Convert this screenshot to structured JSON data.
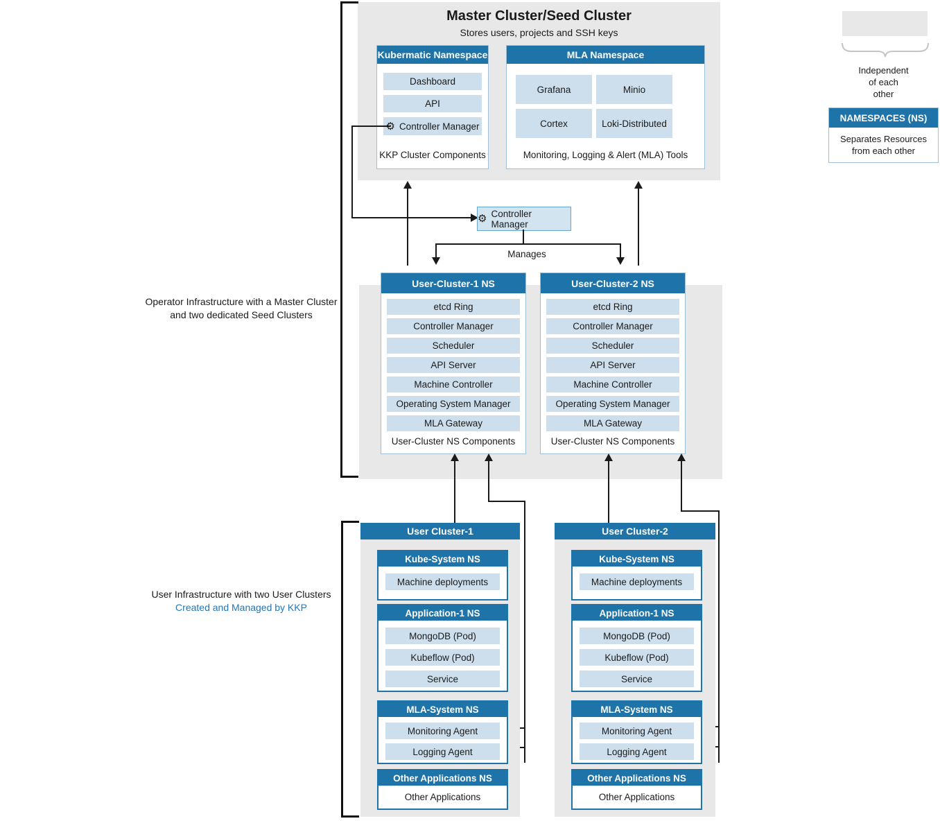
{
  "icons": {
    "gear": "⚙"
  },
  "colors": {
    "accent_blue": "#1e73a8",
    "item_blue": "#cddfec",
    "section_gray": "#e8e8e8",
    "line_black": "#1a1a1a",
    "link_blue": "#2277b5"
  },
  "master": {
    "title": "Master Cluster/Seed Cluster",
    "subtitle": "Stores users, projects and SSH keys",
    "kubermatic": {
      "header": "Kubermatic Namespace",
      "items": [
        "Dashboard",
        "API"
      ],
      "controller_manager": "Controller Manager",
      "footer": "KKP Cluster Components"
    },
    "mla": {
      "header": "MLA Namespace",
      "items": [
        "Grafana",
        "Minio",
        "Cortex",
        "Loki-Distributed"
      ],
      "footer": "Monitoring, Logging & Alert (MLA) Tools"
    }
  },
  "legend": {
    "independent": "Independent\nof each\nother",
    "namespaces": {
      "header": "NAMESPACES (NS)",
      "body": "Separates Resources\nfrom each other"
    }
  },
  "operator_section": {
    "label": "Operator Infrastructure with a Master Cluster\nand two dedicated Seed Clusters"
  },
  "controller_manager": {
    "label": "Controller Manager",
    "manages": "Manages"
  },
  "seed_clusters": [
    {
      "header": "User-Cluster-1 NS",
      "items": [
        "etcd Ring",
        "Controller Manager",
        "Scheduler",
        "API Server",
        "Machine Controller",
        "Operating System Manager",
        "MLA Gateway"
      ],
      "footer": "User-Cluster NS Components"
    },
    {
      "header": "User-Cluster-2 NS",
      "items": [
        "etcd Ring",
        "Controller Manager",
        "Scheduler",
        "API Server",
        "Machine Controller",
        "Operating System Manager",
        "MLA Gateway"
      ],
      "footer": "User-Cluster NS Components"
    }
  ],
  "user_section": {
    "label": "User Infrastructure with two User Clusters",
    "sublabel": "Created and Managed by KKP"
  },
  "user_clusters": [
    {
      "header": "User Cluster-1",
      "namespaces": [
        {
          "header": "Kube-System NS",
          "items": [
            "Machine deployments"
          ]
        },
        {
          "header": "Application-1 NS",
          "items": [
            "MongoDB (Pod)",
            "Kubeflow (Pod)",
            "Service"
          ]
        },
        {
          "header": "MLA-System NS",
          "items": [
            "Monitoring Agent",
            "Logging Agent"
          ]
        },
        {
          "header": "Other Applications NS",
          "plain_items": [
            "Other Applications"
          ]
        }
      ]
    },
    {
      "header": "User Cluster-2",
      "namespaces": [
        {
          "header": "Kube-System NS",
          "items": [
            "Machine deployments"
          ]
        },
        {
          "header": "Application-1 NS",
          "items": [
            "MongoDB (Pod)",
            "Kubeflow (Pod)",
            "Service"
          ]
        },
        {
          "header": "MLA-System NS",
          "items": [
            "Monitoring Agent",
            "Logging Agent"
          ]
        },
        {
          "header": "Other Applications NS",
          "plain_items": [
            "Other Applications"
          ]
        }
      ]
    }
  ]
}
